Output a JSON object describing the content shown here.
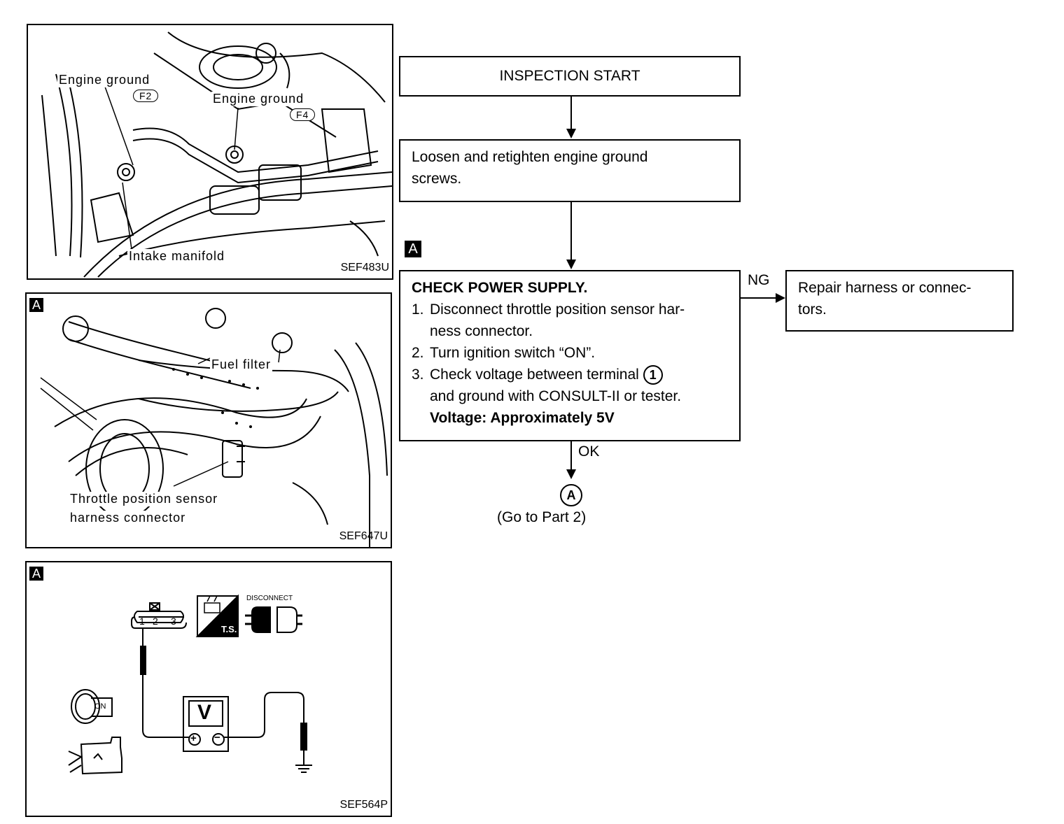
{
  "figures": [
    {
      "code": "SEF483U",
      "labels": {
        "engine_ground_1": "Engine ground",
        "f2": "F2",
        "engine_ground_2": "Engine ground",
        "f4": "F4",
        "intake_manifold": "Intake manifold"
      }
    },
    {
      "badge": "A",
      "code": "SEF647U",
      "labels": {
        "fuel_filter": "Fuel filter",
        "tps_line1": "Throttle position sensor",
        "tps_line2": "harness connector"
      }
    },
    {
      "badge": "A",
      "code": "SEF564P",
      "labels": {
        "pin1": "1",
        "pin2": "2",
        "pin3": "3",
        "ts": "T.S.",
        "disconnect": "DISCONNECT",
        "meter": "V",
        "plus": "+",
        "minus": "−",
        "on": "ON"
      }
    }
  ],
  "flowchart": {
    "start": "INSPECTION START",
    "step1": [
      "Loosen and retighten engine ground",
      "screws."
    ],
    "badge": "A",
    "check": {
      "title": "CHECK POWER SUPPLY.",
      "items": [
        {
          "num": "1.",
          "lines": [
            "Disconnect throttle position sensor har-",
            "ness connector."
          ]
        },
        {
          "num": "2.",
          "lines": [
            "Turn ignition switch “ON”."
          ]
        },
        {
          "num": "3.",
          "lines": [
            "Check voltage between terminal",
            "and ground with CONSULT-II or tester."
          ],
          "terminal": "1"
        }
      ],
      "spec": "Voltage: Approximately 5V"
    },
    "ng_label": "NG",
    "ng_box": [
      "Repair harness or connec-",
      "tors."
    ],
    "ok_label": "OK",
    "connector": "A",
    "goto": "(Go to Part 2)"
  }
}
